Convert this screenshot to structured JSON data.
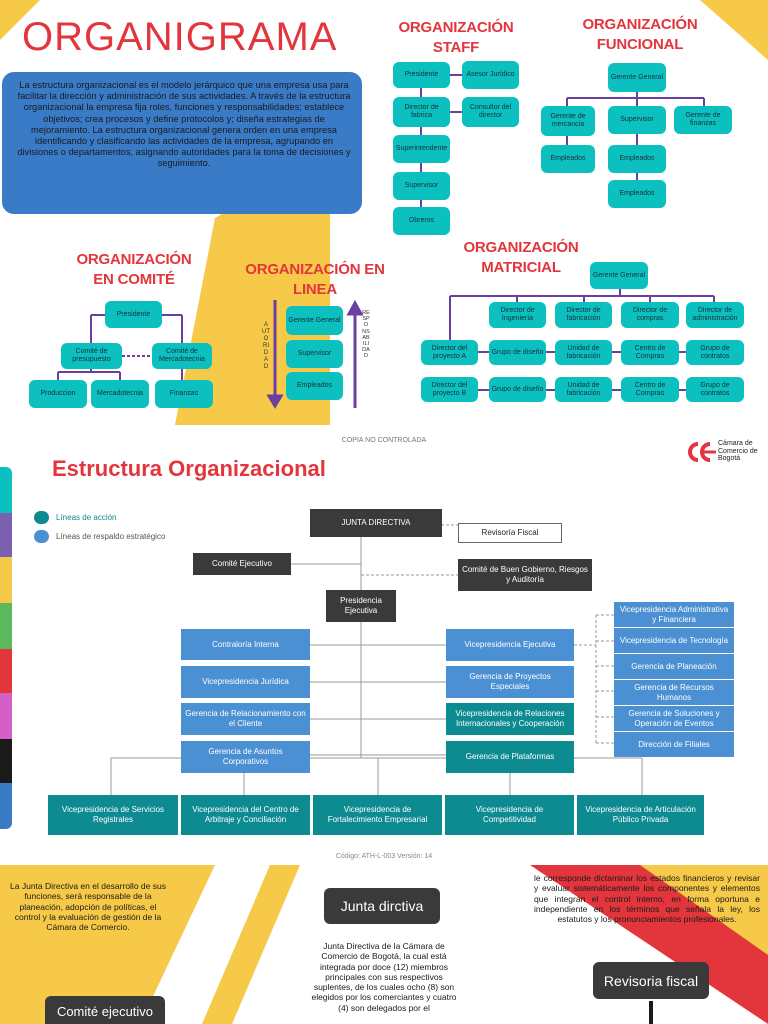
{
  "page": {
    "title": "ORGANIGRAMA",
    "intro": "La estructura organizacional es el modelo jerárquico que una empresa usa para facilitar la dirección y administración de sus actividades. A través de la estructura organizacional la empresa fija roles, funciones y responsabilidades; establece objetivos; crea procesos y define protocolos y; diseña estrategias de mejoramiento. La estructura organizacional genera orden en una empresa identificando y clasificando las actividades de la empresa, agrupando en divisiones o departamentos, asignando autoridades para la toma de decisiones y seguimiento."
  },
  "staff": {
    "title_1": "ORGANIZACIÓN",
    "title_2": "STAFF",
    "presidente": "Presidente",
    "asesor": "Asesor Jurídico",
    "director_fabrica": "Director de fabrica",
    "consultor": "Consultor del director",
    "superintendente": "Superintendente",
    "supervisor": "Supervisor",
    "obreros": "Obreros"
  },
  "funcional": {
    "title_1": "ORGANIZACIÓN",
    "title_2": "FUNCIONAL",
    "gerente_general": "Gerente General",
    "gerente_mercancia": "Gerente de mercancia",
    "supervisor": "Supervisor",
    "gerente_finanzas": "Gerente de finanzas",
    "empleados_1": "Empleados",
    "empleados_2": "Empleados",
    "empleados_3": "Empleados"
  },
  "comite": {
    "title_1": "ORGANIZACIÓN",
    "title_2": "EN COMITÉ",
    "presidente": "Presidente",
    "comite_presupuesto": "Comité de presupuesto",
    "comite_mercadotecnia": "Comité de Mercadotecnia",
    "produccion": "Produccion",
    "mercadotecnia": "Mercadotecnia",
    "finanzas": "Finanzas"
  },
  "linea": {
    "title_1": "ORGANIZACIÓN EN",
    "title_2": "LINEA",
    "gerente_general": "Gerente General",
    "supervisor": "Supervisor",
    "empleados": "Empleados",
    "autoridad": "AUTORIDAD",
    "responsabilidad": "RESPONSABILIDAD"
  },
  "matricial": {
    "title_1": "ORGANIZACIÓN",
    "title_2": "MATRICIAL",
    "gerente_general": "Gerente General",
    "dir_ingenieria": "Director de Ingeniería",
    "dir_fabricacion": "Director de fabricación",
    "dir_compras": "Director de compras",
    "dir_administracion": "Director de administración",
    "dir_proyecto_a": "Director del proyecto A",
    "dir_proyecto_b": "Director del proyecto B",
    "grupo_diseno_1": "Grupo de diseño",
    "grupo_diseno_2": "Grupo de diseño",
    "unidad_fab_1": "Unidad de fabricación",
    "unidad_fab_2": "Unidad de fabricación",
    "centro_compras_1": "Centro de Compras",
    "centro_compras_2": "Centro de Compras",
    "grupo_contratos_1": "Grupo de contratos",
    "grupo_contratos_2": "Grupo de contratos"
  },
  "ccb": {
    "copia": "COPIA NO CONTROLADA",
    "logo_text": "Cámara de Comercio de Bogotá",
    "title": "Estructura Organizacional",
    "legend_accion": "Líneas de acción",
    "legend_respaldo": "Líneas de respaldo estratégico",
    "junta": "JUNTA DIRECTIVA",
    "revisoria": "Revisoría Fiscal",
    "comite_ejecutivo": "Comité Ejecutivo",
    "comite_buen_gobierno": "Comité de Buen Gobierno, Riesgos y Auditoría",
    "presidencia": "Presidencia Ejecutiva",
    "contraloria": "Contraloría Interna",
    "vp_juridica": "Vicepresidencia Jurídica",
    "gerencia_relacionamiento": "Gerencia de Relacionamiento con el Cliente",
    "gerencia_asuntos": "Gerencia de Asuntos Corporativos",
    "vp_ejecutiva": "Vicepresidencia Ejecutiva",
    "gerencia_proyectos": "Gerencia de Proyectos Especiales",
    "vp_relaciones": "Vicepresidencia de Relaciones Internacionales y Cooperación",
    "gerencia_plataformas": "Gerencia de Plataformas",
    "vp_administrativa": "Vicepresidencia Administrativa y Financiera",
    "vp_tecnologia": "Vicepresidencia de Tecnología",
    "gerencia_planeacion": "Gerencia de Planeación",
    "gerencia_rrhh": "Gerencia de Recursos Humanos",
    "gerencia_soluciones": "Gerencia de Soluciones y Operación de Eventos",
    "direccion_filiales": "Dirección de Filiales",
    "vp_servicios": "Vicepresidencia de Servicios Registrales",
    "vp_arbitraje": "Vicepresidencia del Centro de Arbitraje y Conciliación",
    "vp_fortalecimiento": "Vicepresidencia de Fortalecimiento Empresarial",
    "vp_competitividad": "Vicepresidencia de Competitividad",
    "vp_articulacion": "Vicepresidencia de Articulación Público Privada",
    "codigo": "Código: ATH-L-003 Versión: 14"
  },
  "bottom": {
    "junta_text": "La Junta Directiva en el desarrollo de sus funciones, será responsable de la planeación, adopción de políticas, el control y la evaluación de gestión de la Cámara de Comercio.",
    "junta_label": "Junta dirctiva",
    "junta_desc": "Junta Directiva de la Cámara de Comercio de Bogotá, la cual está integrada por doce (12) miembros principales con sus respectivos suplentes, de los cuales ocho (8) son elegidos por los comerciantes y cuatro (4) son delegados por el",
    "revisoria_text": "le corresponde dictaminar los estados financieros y revisar y evaluar sistemáticamente los componentes y elementos que integran el control interno, en forma oportuna e independiente en los términos que señala la ley, los estatutos y los pronunciamientos profesionales.",
    "revisoria_label": "Revisoria fiscal",
    "comite_label": "Comité ejecutivo"
  },
  "colors": {
    "teal_box": "#0cc0c0",
    "title_red": "#e2363c",
    "blue_box": "#4a90d2",
    "dark_teal_box": "#0e8a91",
    "yellow": "#f7c948",
    "dark_box": "#3a3a3a"
  }
}
